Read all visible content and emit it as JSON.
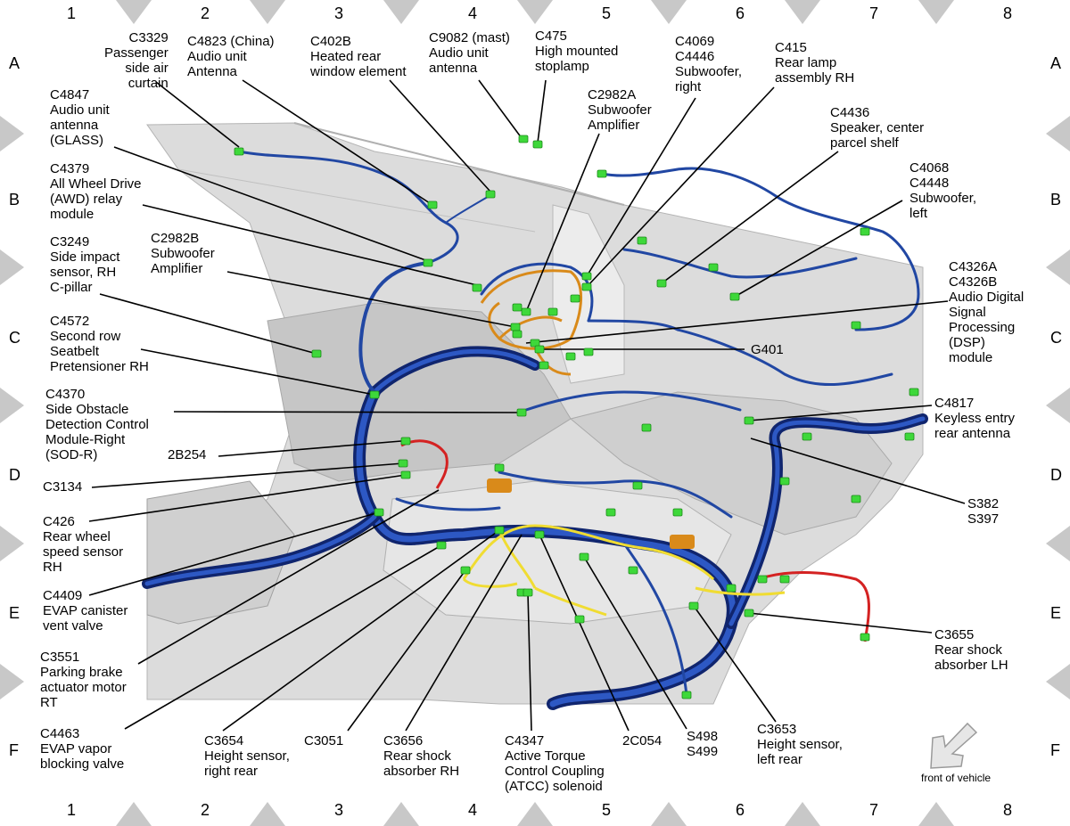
{
  "grid": {
    "columns": [
      "1",
      "2",
      "3",
      "4",
      "5",
      "6",
      "7",
      "8"
    ],
    "rows": [
      "A",
      "B",
      "C",
      "D",
      "E",
      "F"
    ]
  },
  "colors": {
    "wire_harness": "#2147a3",
    "wire_dark": "#10256e",
    "wire_orange": "#d98a1a",
    "wire_yellow": "#f0dc32",
    "wire_red": "#d42222",
    "connector": "#3ed83a",
    "vehicle_body": "#d8d8d8",
    "border_marker": "#c8c8c8"
  },
  "labels": [
    {
      "id": "c3329",
      "text": "C3329\nPassenger\nside air\ncurtain"
    },
    {
      "id": "c4823",
      "text": "C4823 (China)\nAudio unit\nAntenna"
    },
    {
      "id": "c402b",
      "text": "C402B\nHeated rear\nwindow element"
    },
    {
      "id": "c9082",
      "text": "C9082 (mast)\nAudio unit\nantenna"
    },
    {
      "id": "c475",
      "text": "C475\nHigh mounted\nstoplamp"
    },
    {
      "id": "c4069",
      "text": "C4069\nC4446\nSubwoofer,\nright"
    },
    {
      "id": "c415",
      "text": "C415\nRear lamp\nassembly RH"
    },
    {
      "id": "c4847",
      "text": "C4847\nAudio unit\nantenna\n(GLASS)"
    },
    {
      "id": "c2982a",
      "text": "C2982A\nSubwoofer\nAmplifier"
    },
    {
      "id": "c4436",
      "text": "C4436\nSpeaker, center\nparcel shelf"
    },
    {
      "id": "c4379",
      "text": "C4379\nAll Wheel Drive\n(AWD) relay\nmodule"
    },
    {
      "id": "c4068",
      "text": "C4068\nC4448\nSubwoofer,\nleft"
    },
    {
      "id": "c3249",
      "text": "C3249\nSide impact\nsensor, RH\nC-pillar"
    },
    {
      "id": "c2982b",
      "text": "C2982B\nSubwoofer\nAmplifier"
    },
    {
      "id": "c4326",
      "text": "C4326A\nC4326B\nAudio Digital\nSignal\nProcessing\n(DSP)\nmodule"
    },
    {
      "id": "c4572",
      "text": "C4572\nSecond row\nSeatbelt\nPretensioner RH"
    },
    {
      "id": "g401",
      "text": "G401"
    },
    {
      "id": "c4370",
      "text": "C4370\nSide Obstacle\nDetection Control\nModule-Right\n(SOD-R)"
    },
    {
      "id": "c4817",
      "text": "C4817\nKeyless entry\nrear antenna"
    },
    {
      "id": "2b254",
      "text": "2B254"
    },
    {
      "id": "c3134",
      "text": "C3134"
    },
    {
      "id": "s382",
      "text": "S382\nS397"
    },
    {
      "id": "c426",
      "text": "C426\nRear wheel\nspeed sensor\nRH"
    },
    {
      "id": "c4409",
      "text": "C4409\nEVAP canister\nvent valve"
    },
    {
      "id": "c3655",
      "text": "C3655\nRear shock\nabsorber LH"
    },
    {
      "id": "c3551",
      "text": "C3551\nParking brake\nactuator motor\nRT"
    },
    {
      "id": "c4463",
      "text": "C4463\nEVAP vapor\nblocking valve"
    },
    {
      "id": "c3654",
      "text": "C3654\nHeight sensor,\nright rear"
    },
    {
      "id": "c3051",
      "text": "C3051"
    },
    {
      "id": "c3656",
      "text": "C3656\nRear shock\nabsorber RH"
    },
    {
      "id": "c4347",
      "text": "C4347\nActive Torque\nControl Coupling\n(ATCC) solenoid"
    },
    {
      "id": "2c054",
      "text": "2C054"
    },
    {
      "id": "s498",
      "text": "S498\nS499"
    },
    {
      "id": "c3653",
      "text": "C3653\nHeight sensor,\nleft rear"
    }
  ],
  "front_of_vehicle": "front of vehicle"
}
